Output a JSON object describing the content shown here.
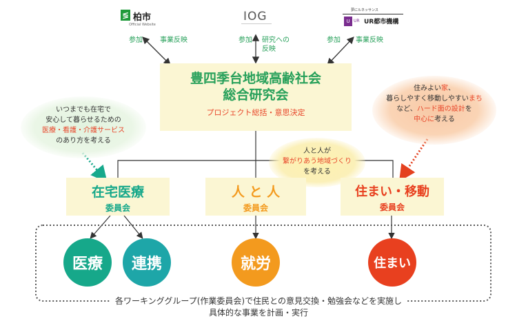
{
  "logos": {
    "kashiwa": {
      "name": "柏市",
      "sub": "Official Website"
    },
    "iog": {
      "name": "IOG"
    },
    "ur": {
      "top": "夢にルネッサンス",
      "name": "UR都市機構",
      "mark": "UR"
    }
  },
  "arrow_labels": {
    "left_a": "参加",
    "left_b": "事業反映",
    "mid_a": "参加",
    "mid_b": "研究への\n反映",
    "right_a": "参加",
    "right_b": "事業反映"
  },
  "main_box": {
    "title_line1": "豊四季台地域高齢社会",
    "title_line2": "総合研究会",
    "subtitle": "プロジェクト総括・意思決定"
  },
  "blobs": {
    "left": {
      "line1": "いつまでも在宅で",
      "line2": "安心して暮らせるための",
      "line3_red": "医療・看護・介護サービス",
      "line4": "のあり方を考える"
    },
    "center": {
      "line1": "人と人が",
      "line2_red": "繋がりあう地域づくり",
      "line3": "を考える"
    },
    "right": {
      "line1a": "住みよい",
      "line1_red": "家",
      "line1b": "、",
      "line2a": "暮らしやすく移動しやすい",
      "line2_red": "まち",
      "line3a": "など、",
      "line3_red": "ハード面の設計",
      "line3b": "を",
      "line4_red": "中心に",
      "line4b": "考える"
    }
  },
  "committees": {
    "home_care": {
      "title": "在宅医療",
      "sub": "委員会"
    },
    "people": {
      "title": "人 と 人",
      "sub": "委員会"
    },
    "living": {
      "title": "住まい・移動",
      "sub": "委員会"
    }
  },
  "circles": {
    "medical": "医療",
    "cooperation": "連携",
    "employment": "就労",
    "housing": "住まい"
  },
  "footer": {
    "line1": "各ワーキンググループ(作業委員会)で住民との意見交換・勉強会などを実施し",
    "line2": "具体的な事業を計画・実行"
  },
  "colors": {
    "green": "#27a05a",
    "teal": "#16a88a",
    "blue_teal": "#1ea6a8",
    "orange": "#f39a1e",
    "red": "#e8401f",
    "box_bg": "#fbf6d3"
  }
}
